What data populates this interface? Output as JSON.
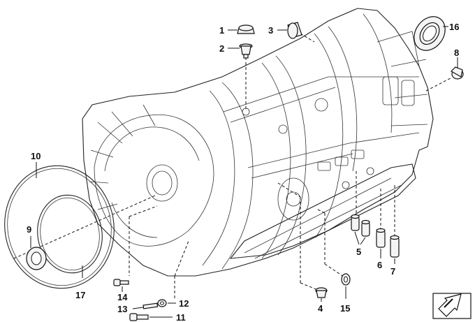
{
  "diagram": {
    "callouts": [
      {
        "id": "c1",
        "text": "1"
      },
      {
        "id": "c2",
        "text": "2"
      },
      {
        "id": "c3",
        "text": "3"
      },
      {
        "id": "c16",
        "text": "16"
      },
      {
        "id": "c8",
        "text": "8"
      },
      {
        "id": "c10",
        "text": "10"
      },
      {
        "id": "c9",
        "text": "9"
      },
      {
        "id": "c17",
        "text": "17"
      },
      {
        "id": "c14",
        "text": "14"
      },
      {
        "id": "c13",
        "text": "13"
      },
      {
        "id": "c12",
        "text": "12"
      },
      {
        "id": "c11",
        "text": "11"
      },
      {
        "id": "c4",
        "text": "4"
      },
      {
        "id": "c15",
        "text": "15"
      },
      {
        "id": "c5",
        "text": "5"
      },
      {
        "id": "c6",
        "text": "6"
      },
      {
        "id": "c7",
        "text": "7"
      }
    ],
    "icons": [
      "nav-arrow-icon"
    ]
  }
}
